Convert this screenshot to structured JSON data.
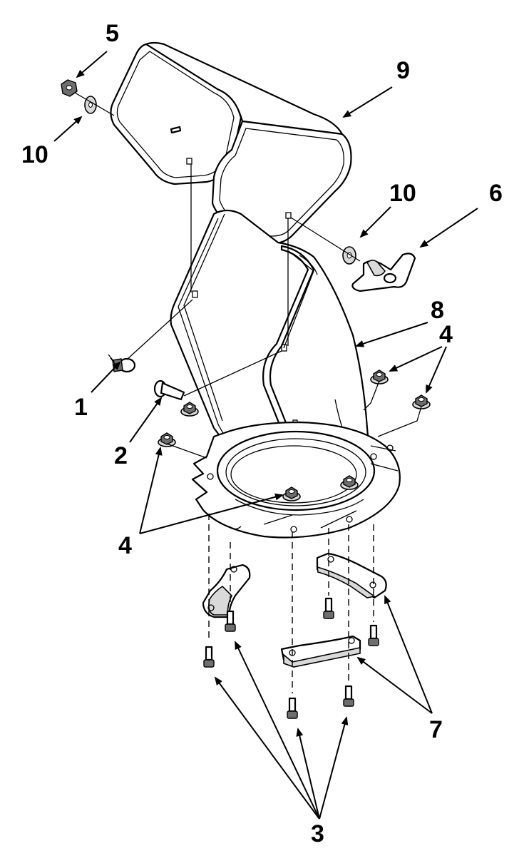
{
  "callouts": [
    {
      "id": "1",
      "text": "1",
      "part": "carriage-bolt"
    },
    {
      "id": "2",
      "text": "2",
      "part": "carriage-bolt"
    },
    {
      "id": "3",
      "text": "3",
      "part": "cap-screw"
    },
    {
      "id": "4a",
      "text": "4",
      "part": "flange-nut"
    },
    {
      "id": "4b",
      "text": "4",
      "part": "flange-nut"
    },
    {
      "id": "5",
      "text": "5",
      "part": "lock-nut"
    },
    {
      "id": "6",
      "text": "6",
      "part": "wing-knob"
    },
    {
      "id": "7",
      "text": "7",
      "part": "retainer-bracket"
    },
    {
      "id": "8",
      "text": "8",
      "part": "discharge-chute"
    },
    {
      "id": "9",
      "text": "9",
      "part": "chute-deflector"
    },
    {
      "id": "10a",
      "text": "10",
      "part": "washer"
    },
    {
      "id": "10b",
      "text": "10",
      "part": "washer"
    }
  ],
  "colors": {
    "line": "#000000",
    "background": "#ffffff",
    "shade": "#d9d9d9"
  }
}
